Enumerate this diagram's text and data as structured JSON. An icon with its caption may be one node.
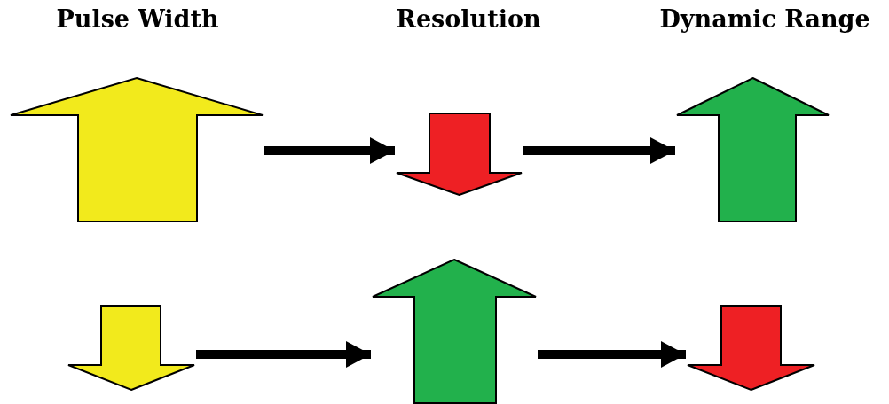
{
  "diagram": {
    "nodes": [
      {
        "text": [],
        "shape": "arrow"
      },
      {
        "text": [],
        "shape": "arrow"
      },
      {
        "text": [],
        "shape": "arrow"
      },
      {
        "text": [],
        "shape": "arrow"
      },
      {
        "text": [],
        "shape": "arrow"
      },
      {
        "text": [],
        "shape": "arrow"
      }
    ],
    "edges": [
      {
        "from": 0,
        "to": 1,
        "arrow": "to"
      },
      {
        "from": 1,
        "to": 2,
        "arrow": "to"
      },
      {
        "from": 3,
        "to": 4,
        "arrow": "to"
      },
      {
        "from": 4,
        "to": 5,
        "arrow": "to"
      }
    ],
    "labels": [
      "Pulse Width",
      "Resolution",
      "Dynamic Range"
    ]
  }
}
